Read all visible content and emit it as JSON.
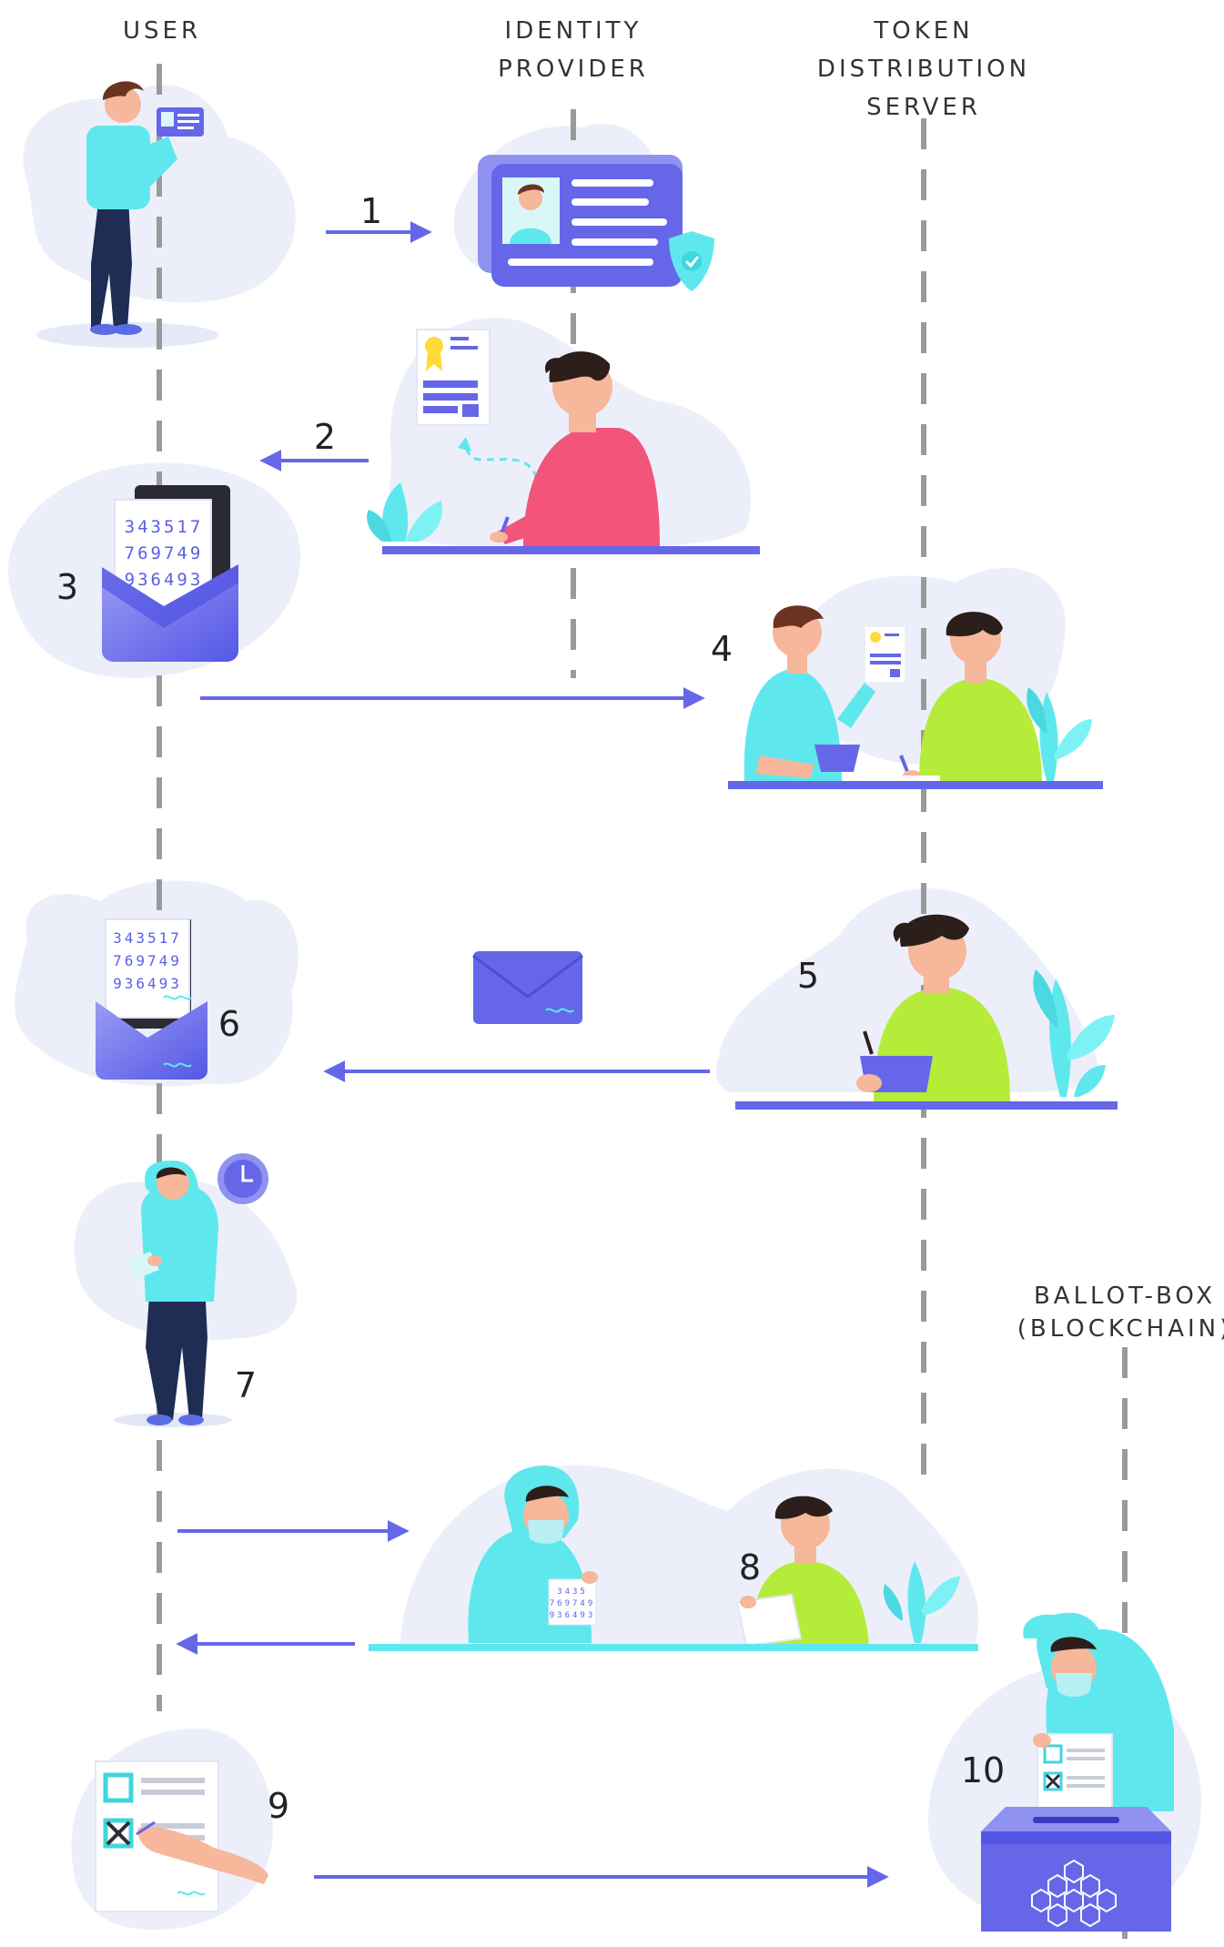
{
  "lanes": {
    "user": "USER",
    "identity_provider": [
      "IDENTITY",
      "PROVIDER"
    ],
    "token_server": [
      "TOKEN",
      "DISTRIBUTION",
      "SERVER"
    ],
    "ballot_box": [
      "BALLOT-BOX",
      "(BLOCKCHAIN)"
    ]
  },
  "steps": [
    "1",
    "2",
    "3",
    "4",
    "5",
    "6",
    "7",
    "8",
    "9",
    "10"
  ],
  "token_code": [
    "343517",
    "769749",
    "936493"
  ],
  "small_code": [
    "3435",
    "769749",
    "936493"
  ],
  "colors": {
    "accent": "#6567e8",
    "lifeline": "#9a9a9a",
    "blob": "#eceffa",
    "cyan": "#5ee8ee",
    "lime": "#b5ec3a",
    "pink": "#f2547a",
    "navy": "#1f2d55"
  }
}
